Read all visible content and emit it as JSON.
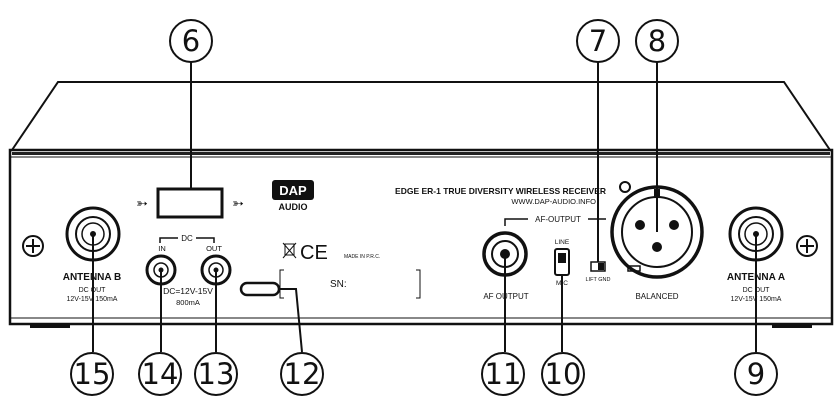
{
  "brand": {
    "logo_top": "DAP",
    "logo_bottom": "AUDIO",
    "model": "EDGE ER-1  TRUE DIVERSITY WIRELESS RECEIVER",
    "website": "WWW.DAP-AUDIO.INFO"
  },
  "panel": {
    "antenna_b": {
      "title": "ANTENNA B",
      "line1": "DC OUT",
      "line2": "12V-15V 150mA"
    },
    "antenna_a": {
      "title": "ANTENNA A",
      "line1": "DC OUT",
      "line2": "12V-15V 150mA"
    },
    "dc_group": "DC",
    "dc_in": "IN",
    "dc_out": "OUT",
    "dc_spec1": "DC=12V-15V",
    "dc_spec2": "800mA",
    "ce_mark": "CE",
    "made_in": "MADE IN P.R.C.",
    "serial": "SN:",
    "af_output_group": "AF-OUTPUT",
    "af_output_jack": "AF OUTPUT",
    "line_label": "LINE",
    "mic_label": "MIC",
    "lift_gnd": "LIFT  GND",
    "balanced": "BALANCED"
  },
  "callouts": [
    "6",
    "7",
    "8",
    "9",
    "10",
    "11",
    "12",
    "13",
    "14",
    "15"
  ]
}
